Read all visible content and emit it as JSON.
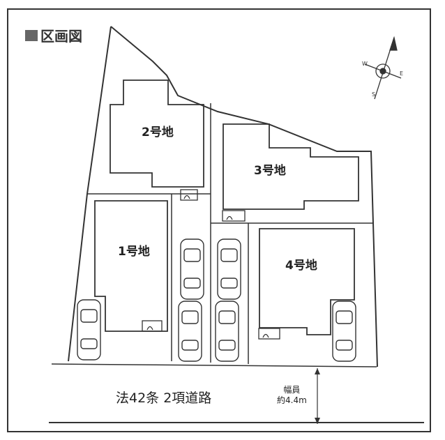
{
  "title": "区画図",
  "lots": [
    {
      "id": "1",
      "label": "1号地"
    },
    {
      "id": "2",
      "label": "2号地"
    },
    {
      "id": "3",
      "label": "3号地"
    },
    {
      "id": "4",
      "label": "4号地"
    }
  ],
  "road": {
    "label": "法42条 2項道路",
    "width_label": "幅員",
    "width_value": "約4.4m"
  },
  "compass": {
    "icon": "north-arrow-compass-icon"
  },
  "colors": {
    "line": "#333333",
    "title_swatch": "#666666"
  }
}
